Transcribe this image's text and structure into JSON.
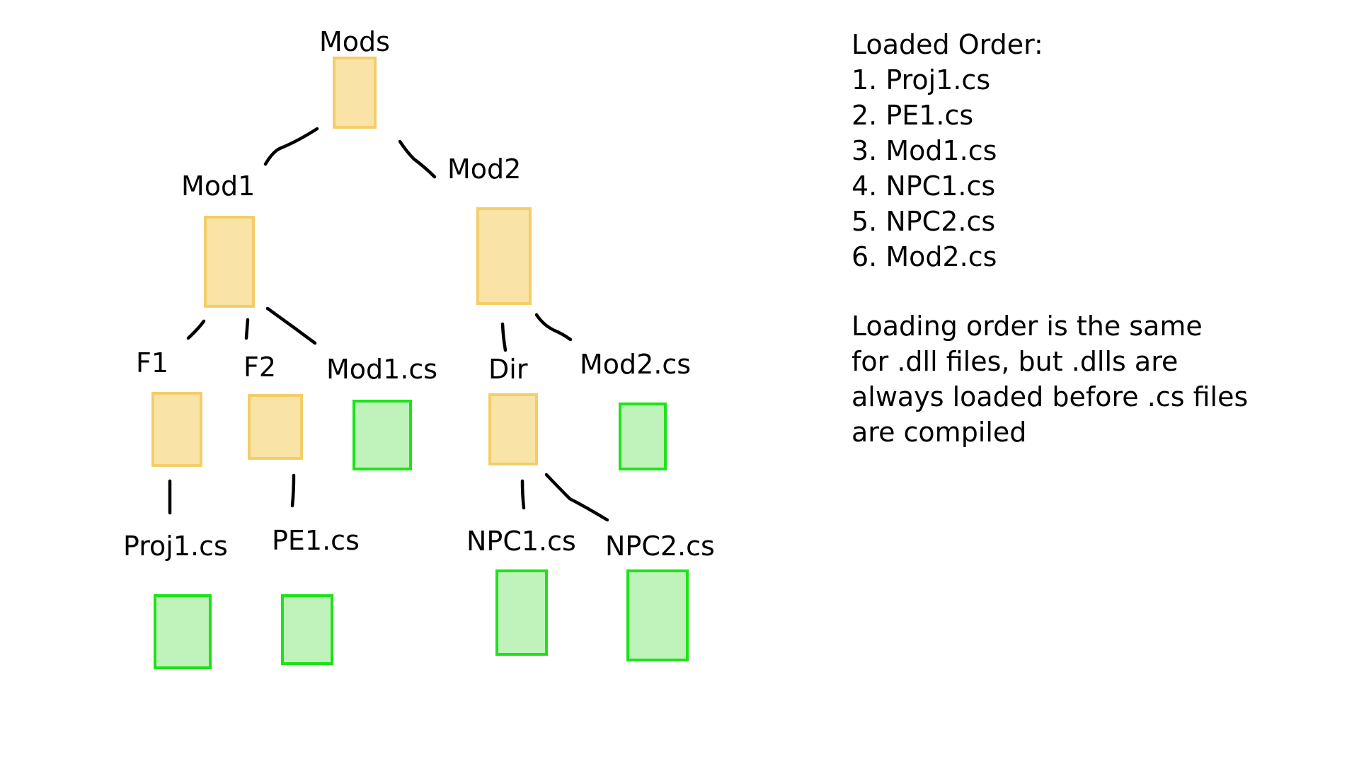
{
  "tree": {
    "root": "Mods",
    "mod1": "Mod1",
    "mod2": "Mod2",
    "f1": "F1",
    "f2": "F2",
    "mod1_cs": "Mod1.cs",
    "dir": "Dir",
    "mod2_cs": "Mod2.cs",
    "proj1_cs": "Proj1.cs",
    "pe1_cs": "PE1.cs",
    "npc1_cs": "NPC1.cs",
    "npc2_cs": "NPC2.cs"
  },
  "colors": {
    "folder_fill": "#f9e3a6",
    "folder_border": "#f3cd6a",
    "file_fill": "#c0f2bc",
    "file_border": "#1ee31a",
    "connector": "#000000"
  },
  "load_order": {
    "heading": "Loaded Order:",
    "items": [
      "1. Proj1.cs",
      "2. PE1.cs",
      "3. Mod1.cs",
      "4. NPC1.cs",
      "5. NPC2.cs",
      "6. Mod2.cs"
    ]
  },
  "note": {
    "lines": [
      "Loading order is the same",
      "for .dll files, but .dlls are",
      "always loaded before .cs files",
      "are compiled"
    ]
  }
}
